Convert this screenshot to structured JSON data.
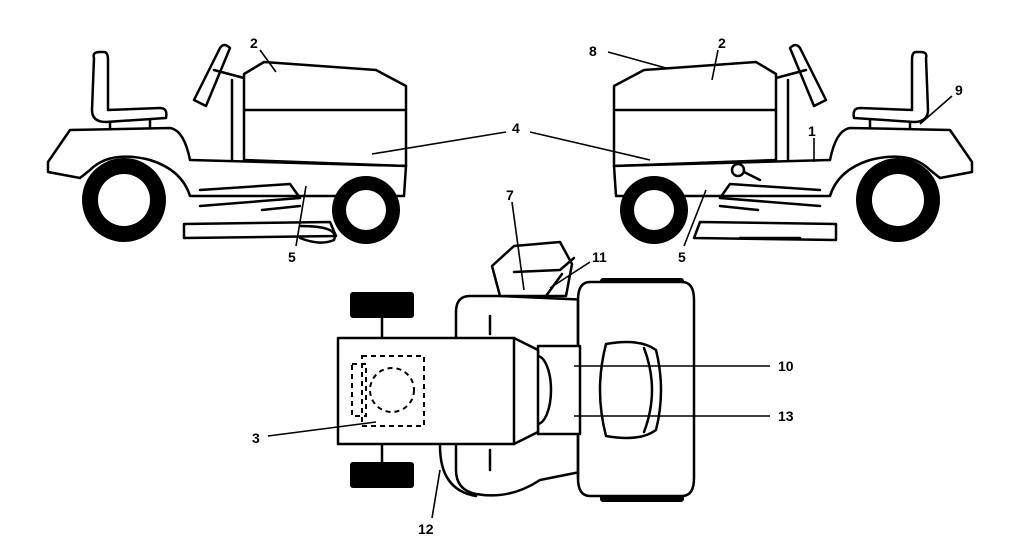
{
  "callouts": {
    "c1": "1",
    "c2": "2",
    "c3": "3",
    "c4": "4",
    "c5": "5",
    "c7": "7",
    "c8": "8",
    "c9": "9",
    "c10": "10",
    "c11": "11",
    "c12": "12",
    "c13": "13"
  }
}
